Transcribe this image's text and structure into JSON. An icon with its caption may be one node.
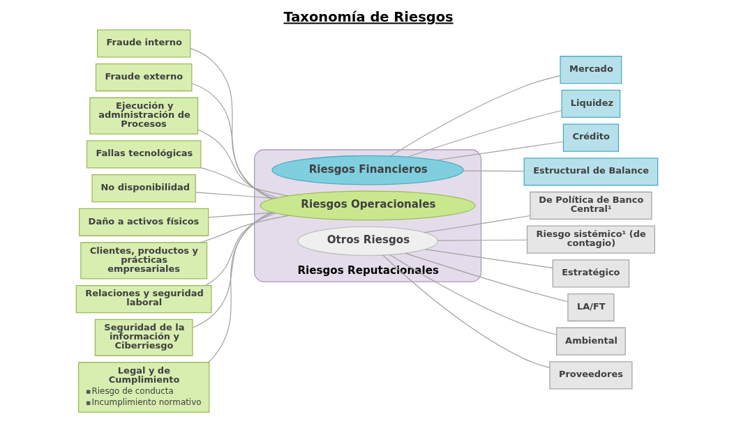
{
  "diagram": {
    "title": "Taxonomía de Riesgos",
    "nodes": [
      {
        "text": [
          "Riesgos Reputacionales"
        ]
      },
      {
        "text": [
          "Riesgos Financieros"
        ],
        "in": 0
      },
      {
        "text": [
          "Riesgos Operacionales"
        ],
        "in": 0
      },
      {
        "text": [
          "Otros Riesgos"
        ],
        "in": 0
      },
      {
        "text": [
          "Fraude interno"
        ]
      },
      {
        "text": [
          "Fraude externo"
        ]
      },
      {
        "text": [
          "Ejecución y administración de Procesos"
        ]
      },
      {
        "text": [
          "Fallas tecnológicas"
        ]
      },
      {
        "text": [
          "No disponibilidad"
        ]
      },
      {
        "text": [
          "Daño a activos físicos"
        ]
      },
      {
        "text": [
          "Clientes, productos y prácticas empresariales"
        ]
      },
      {
        "text": [
          "Relaciones y seguridad laboral"
        ]
      },
      {
        "text": [
          "Seguridad de la información y Ciberriesgo"
        ]
      },
      {
        "text": [
          "Legal y de Cumplimiento",
          "Riesgo de conducta",
          "Incumplimiento normativo"
        ]
      },
      {
        "text": [
          "Mercado"
        ]
      },
      {
        "text": [
          "Liquidez"
        ]
      },
      {
        "text": [
          "Crédito"
        ]
      },
      {
        "text": [
          "Estructural de Balance"
        ]
      },
      {
        "text": [
          "De Política de Banco Central¹"
        ]
      },
      {
        "text": [
          "Riesgo sistémico¹ (de contagio)"
        ]
      },
      {
        "text": [
          "Estratégico"
        ]
      },
      {
        "text": [
          "LA/FT"
        ]
      },
      {
        "text": [
          "Ambiental"
        ]
      },
      {
        "text": [
          "Proveedores"
        ]
      }
    ],
    "edges": [
      {
        "from": 4,
        "to": 2,
        "arrow": "none"
      },
      {
        "from": 5,
        "to": 2,
        "arrow": "none"
      },
      {
        "from": 6,
        "to": 2,
        "arrow": "none"
      },
      {
        "from": 7,
        "to": 2,
        "arrow": "none"
      },
      {
        "from": 8,
        "to": 2,
        "arrow": "none"
      },
      {
        "from": 9,
        "to": 2,
        "arrow": "none"
      },
      {
        "from": 10,
        "to": 2,
        "arrow": "none"
      },
      {
        "from": 11,
        "to": 2,
        "arrow": "none"
      },
      {
        "from": 12,
        "to": 2,
        "arrow": "none"
      },
      {
        "from": 13,
        "to": 2,
        "arrow": "none"
      },
      {
        "from": 1,
        "to": 14,
        "arrow": "none"
      },
      {
        "from": 1,
        "to": 15,
        "arrow": "none"
      },
      {
        "from": 1,
        "to": 16,
        "arrow": "none"
      },
      {
        "from": 1,
        "to": 17,
        "arrow": "none"
      },
      {
        "from": 3,
        "to": 18,
        "arrow": "none"
      },
      {
        "from": 3,
        "to": 19,
        "arrow": "none"
      },
      {
        "from": 3,
        "to": 20,
        "arrow": "none"
      },
      {
        "from": 3,
        "to": 21,
        "arrow": "none"
      },
      {
        "from": 3,
        "to": 22,
        "arrow": "none"
      },
      {
        "from": 3,
        "to": 23,
        "arrow": "none"
      }
    ]
  }
}
